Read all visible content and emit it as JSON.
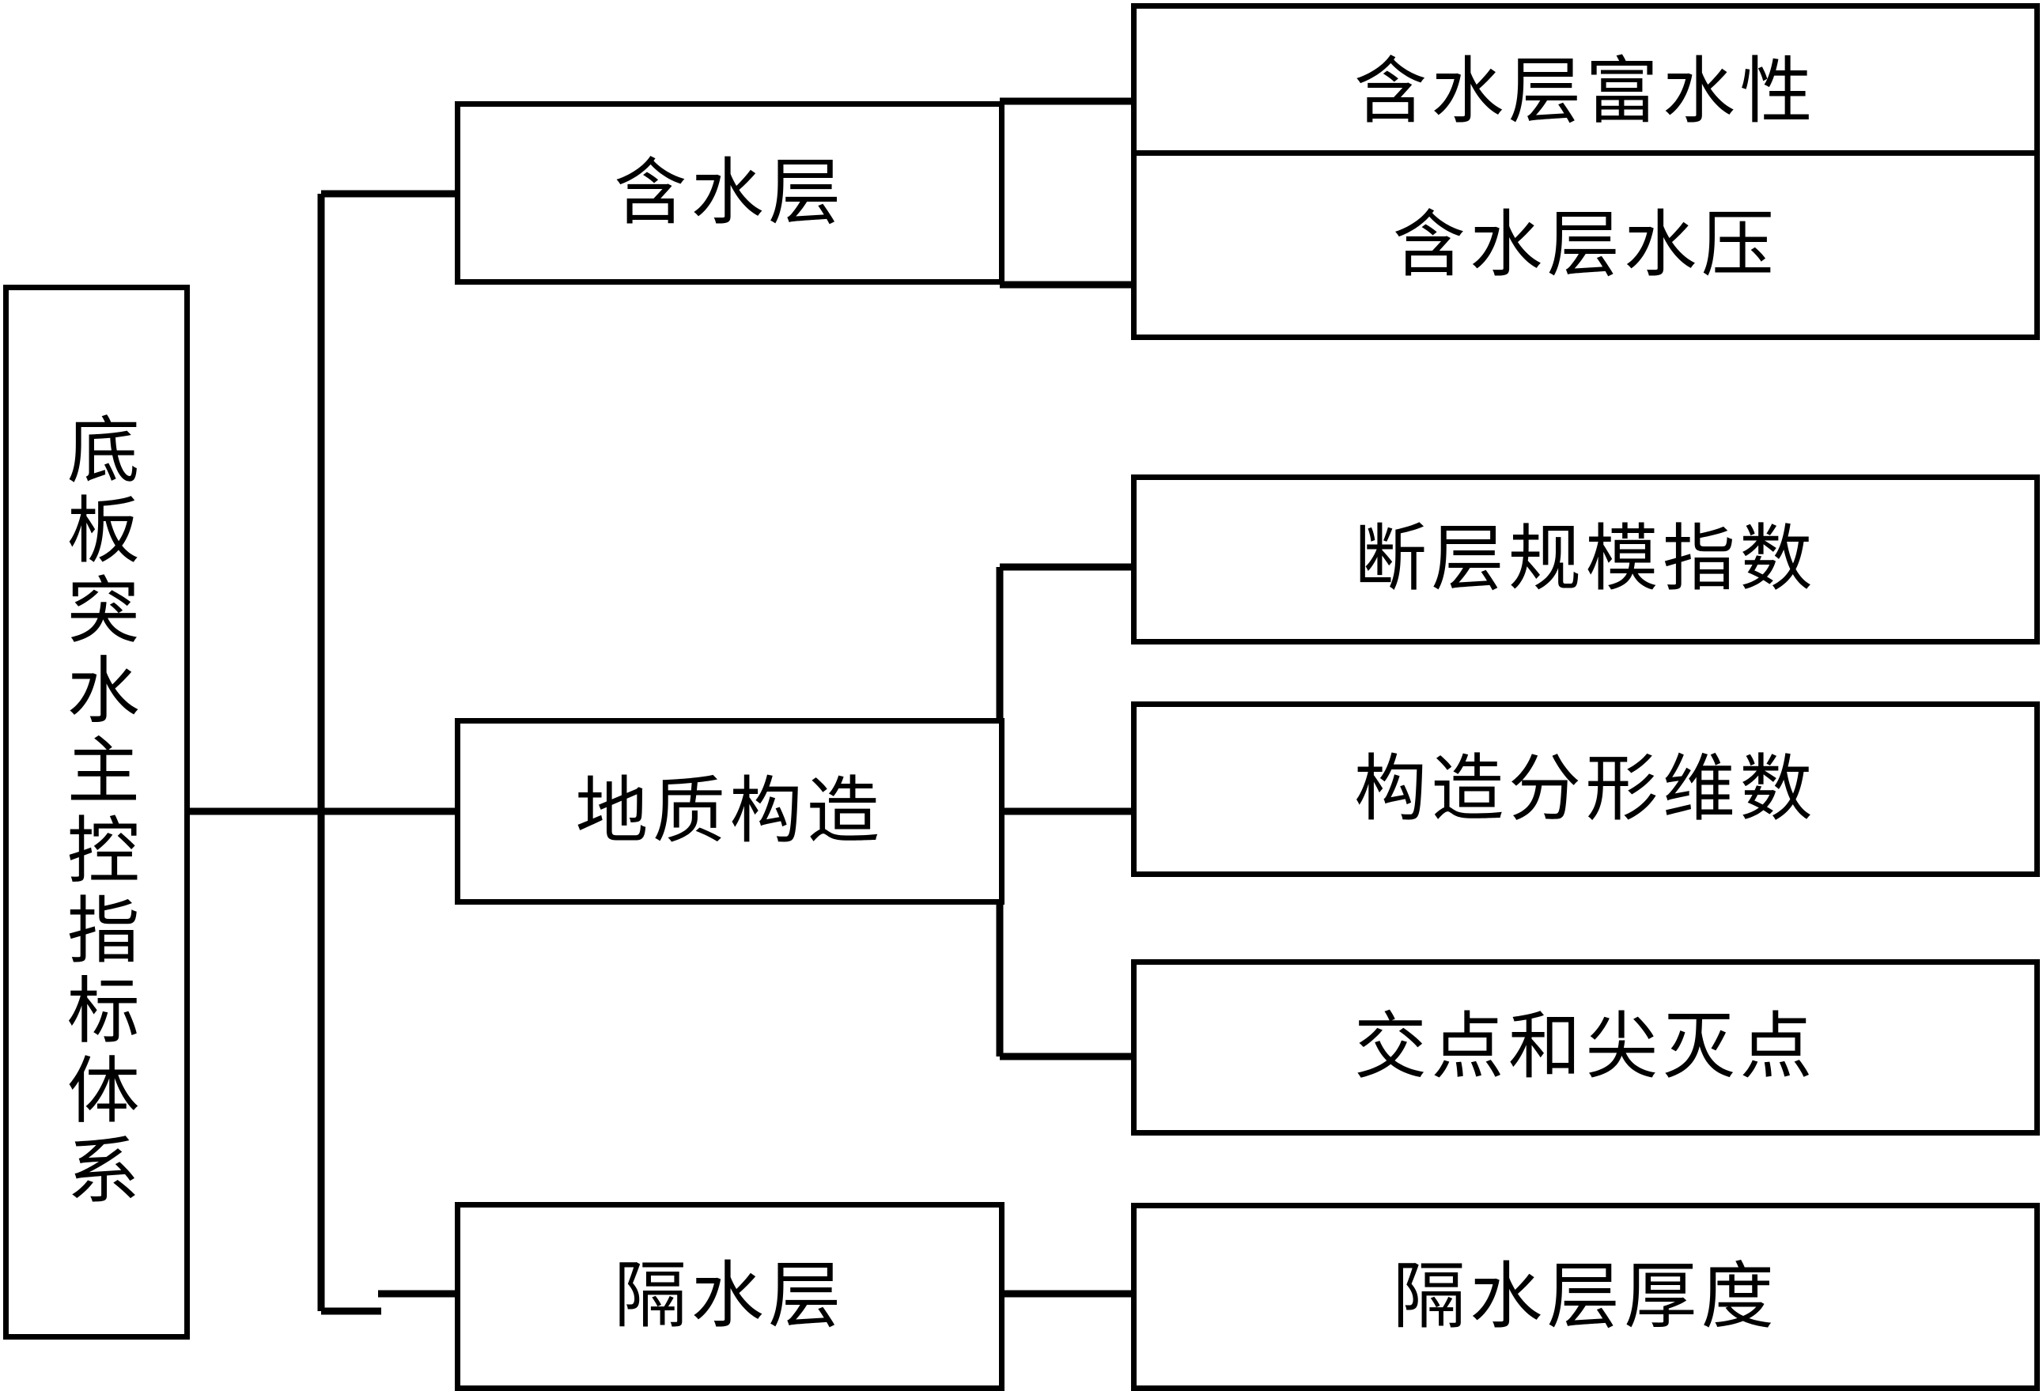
{
  "diagram": {
    "title": "底板突水主控指标体系",
    "type": "hierarchy-tree",
    "orientation": "left-to-right",
    "line_color": "#000000",
    "box_fill": "#ffffff",
    "box_border_color": "#000000",
    "root": {
      "label": "底板突水主控指标体系",
      "text_direction": "vertical"
    },
    "branches": [
      {
        "label": "含水层",
        "children": [
          {
            "label": "含水层富水性"
          },
          {
            "label": "含水层水压"
          }
        ]
      },
      {
        "label": "地质构造",
        "children": [
          {
            "label": "断层规模指数"
          },
          {
            "label": "构造分形维数"
          },
          {
            "label": "交点和尖灭点"
          }
        ]
      },
      {
        "label": "隔水层",
        "children": [
          {
            "label": "隔水层厚度"
          }
        ]
      }
    ]
  }
}
